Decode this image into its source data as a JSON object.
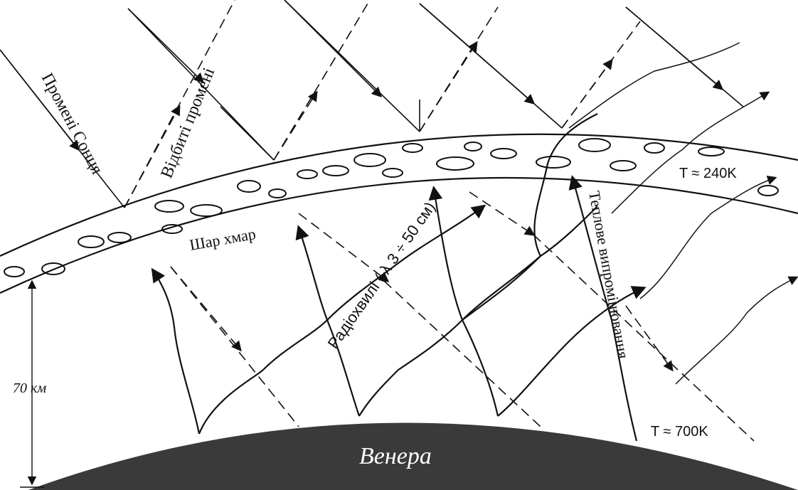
{
  "labels": {
    "sun_rays": "Промені Сонця",
    "reflected_rays": "Відбиті промені",
    "cloud_layer": "Шар хмар",
    "radio_waves": "Радіохвилі ( λ 3 ÷ 50 см)",
    "thermal_radiation": "Теплове випромінювання",
    "temp_upper": "T ≈ 240K",
    "temp_surface": "T ≈ 700K",
    "altitude": "70 км",
    "planet": "Венера"
  },
  "colors": {
    "planet": "#3a3a3a",
    "ink": "#111111",
    "background": "#ffffff"
  }
}
